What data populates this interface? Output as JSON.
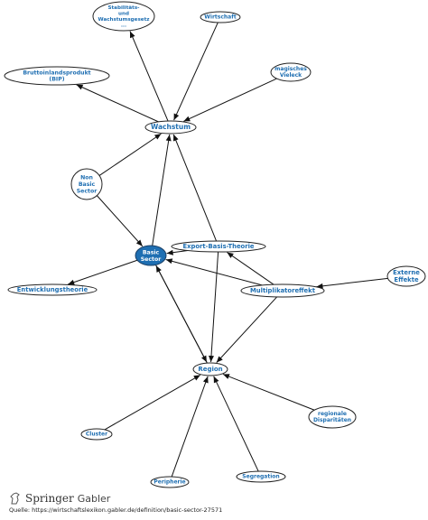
{
  "diagram": {
    "nodes": [
      {
        "id": "stab",
        "lines": [
          "Stabilitäts-",
          "und",
          "Wachstumsgesetz",
          "..."
        ]
      },
      {
        "id": "wirt",
        "lines": [
          "Wirtschaft"
        ]
      },
      {
        "id": "bip",
        "lines": [
          "Bruttoinlandsprodukt",
          "(BIP)"
        ]
      },
      {
        "id": "magic",
        "lines": [
          "magisches",
          "Vieleck"
        ]
      },
      {
        "id": "wachstum",
        "lines": [
          "Wachstum"
        ]
      },
      {
        "id": "nonbasic",
        "lines": [
          "Non",
          "Basic",
          "Sector"
        ]
      },
      {
        "id": "basic",
        "lines": [
          "Basic",
          "Sector"
        ],
        "highlight": true
      },
      {
        "id": "ebt",
        "lines": [
          "Export-Basis-Theorie"
        ]
      },
      {
        "id": "extern",
        "lines": [
          "Externe",
          "Effekte"
        ]
      },
      {
        "id": "entw",
        "lines": [
          "Entwicklungstheorie"
        ]
      },
      {
        "id": "mult",
        "lines": [
          "Multiplikatoreffekt"
        ]
      },
      {
        "id": "region",
        "lines": [
          "Region"
        ]
      },
      {
        "id": "regdisp",
        "lines": [
          "regionale",
          "Disparitäten"
        ]
      },
      {
        "id": "cluster",
        "lines": [
          "Cluster"
        ]
      },
      {
        "id": "peripherie",
        "lines": [
          "Peripherie"
        ]
      },
      {
        "id": "segregation",
        "lines": [
          "Segregation"
        ]
      }
    ],
    "edges": [
      {
        "from": "wachstum",
        "to": "stab"
      },
      {
        "from": "wachstum",
        "to": "bip"
      },
      {
        "from": "wirt",
        "to": "wachstum"
      },
      {
        "from": "magic",
        "to": "wachstum"
      },
      {
        "from": "nonbasic",
        "to": "wachstum"
      },
      {
        "from": "nonbasic",
        "to": "basic"
      },
      {
        "from": "basic",
        "to": "wachstum"
      },
      {
        "from": "ebt",
        "to": "wachstum"
      },
      {
        "from": "ebt",
        "to": "basic"
      },
      {
        "from": "basic",
        "to": "entw"
      },
      {
        "from": "mult",
        "to": "ebt"
      },
      {
        "from": "mult",
        "to": "basic"
      },
      {
        "from": "extern",
        "to": "mult"
      },
      {
        "from": "ebt",
        "to": "region"
      },
      {
        "from": "mult",
        "to": "region"
      },
      {
        "from": "region",
        "to": "basic"
      },
      {
        "from": "basic",
        "to": "region"
      },
      {
        "from": "regdisp",
        "to": "region"
      },
      {
        "from": "cluster",
        "to": "region"
      },
      {
        "from": "peripherie",
        "to": "region"
      },
      {
        "from": "segregation",
        "to": "region"
      }
    ],
    "colors": {
      "label": "#1f6fb2",
      "highlight_fill": "#1f6fb2",
      "stroke": "#222222"
    }
  },
  "footer": {
    "brand_primary": "Springer",
    "brand_secondary": "Gabler",
    "source": "Quelle: https://wirtschaftslexikon.gabler.de/definition/basic-sector-27571",
    "logo_icon": "springer-horse-icon"
  }
}
